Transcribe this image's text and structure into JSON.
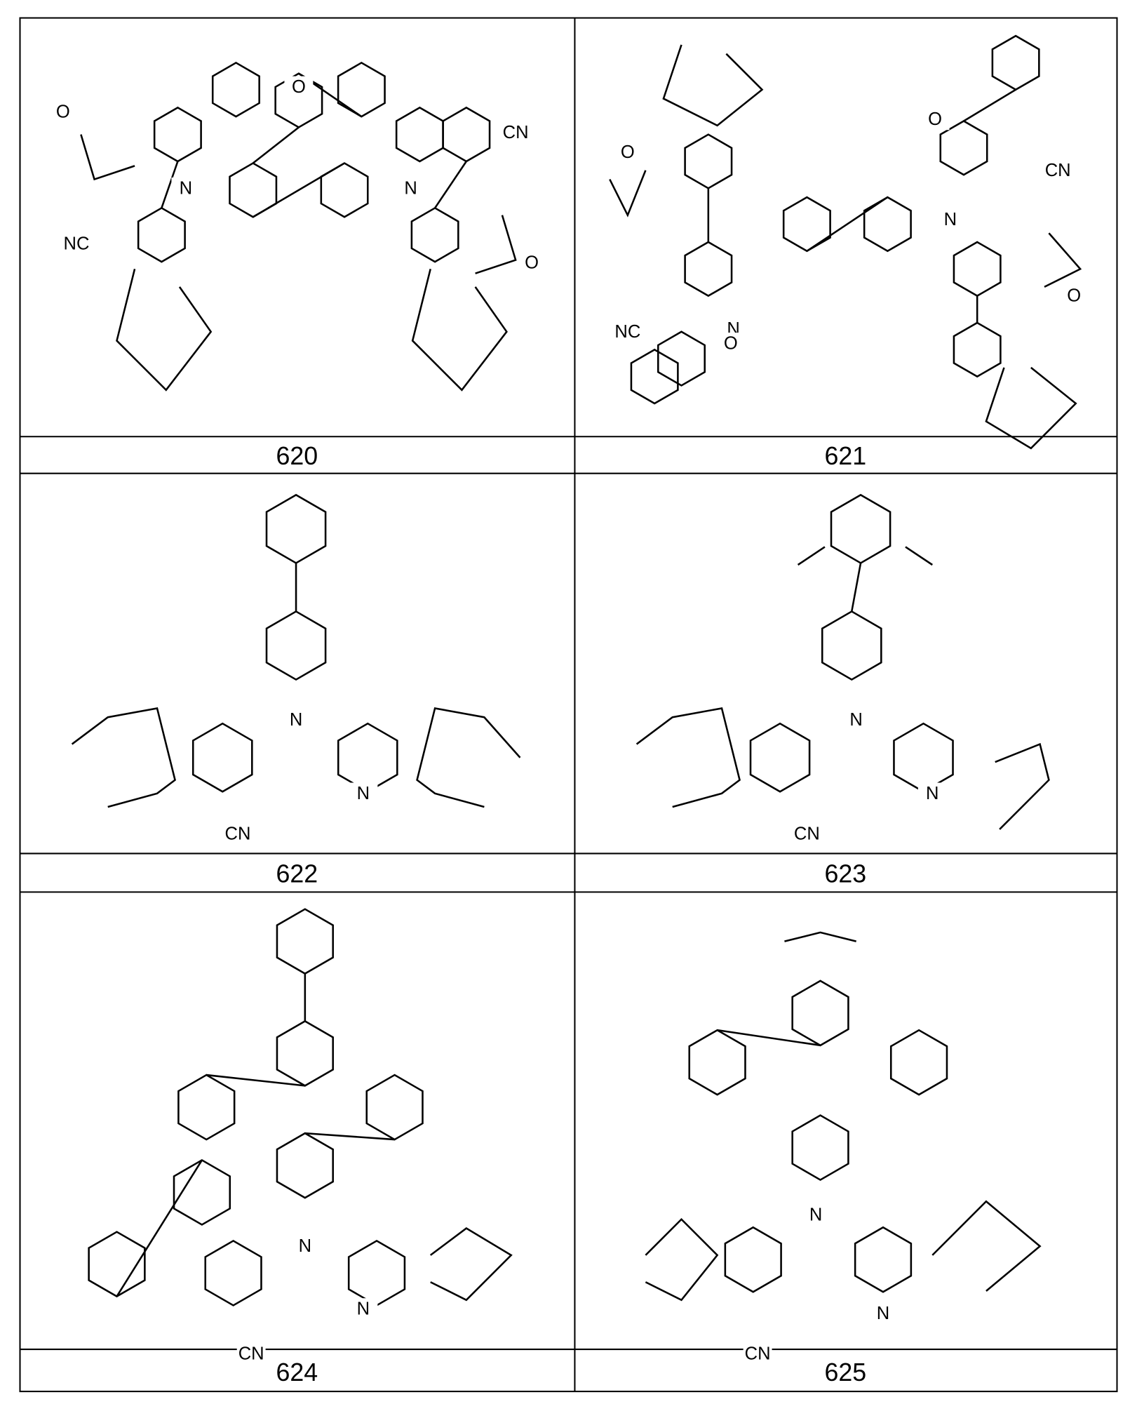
{
  "table": {
    "compounds": [
      {
        "id": "620",
        "atoms": [
          "O",
          "O",
          "CN",
          "N",
          "N",
          "NC",
          "O"
        ]
      },
      {
        "id": "621",
        "atoms": [
          "O",
          "O",
          "CN",
          "N",
          "N",
          "NC",
          "O",
          "O"
        ]
      },
      {
        "id": "622",
        "atoms": [
          "N",
          "N",
          "CN"
        ]
      },
      {
        "id": "623",
        "atoms": [
          "N",
          "N",
          "CN"
        ]
      },
      {
        "id": "624",
        "atoms": [
          "N",
          "N",
          "CN"
        ]
      },
      {
        "id": "625",
        "atoms": [
          "N",
          "N",
          "CN"
        ]
      }
    ]
  }
}
